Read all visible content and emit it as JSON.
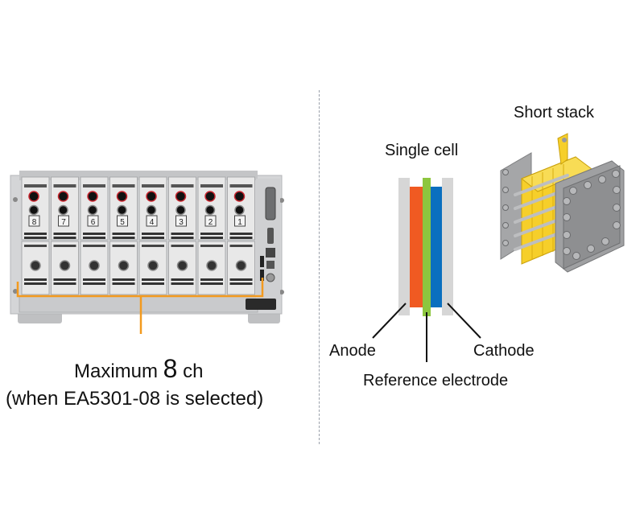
{
  "left_panel": {
    "device_name": "multi-channel instrument chassis",
    "channel_labels": [
      "8",
      "7",
      "6",
      "5",
      "4",
      "3",
      "2",
      "1"
    ],
    "caption_prefix": "Maximum ",
    "caption_number": "8",
    "caption_suffix": " ch",
    "caption_note": "(when EA5301-08 is selected)",
    "bracket_color": "#f39a1e"
  },
  "right_panel": {
    "single_cell": {
      "title": "Single cell",
      "labels": {
        "anode": "Anode",
        "reference": "Reference electrode",
        "cathode": "Cathode"
      },
      "colors": {
        "plate": "#d6d6d6",
        "anode": "#f05a22",
        "reference": "#8dc63f",
        "cathode": "#0a6fbf"
      }
    },
    "short_stack": {
      "title": "Short stack",
      "colors": {
        "frame": "#9a9a9c",
        "cells": "#f6cf2a"
      }
    }
  }
}
